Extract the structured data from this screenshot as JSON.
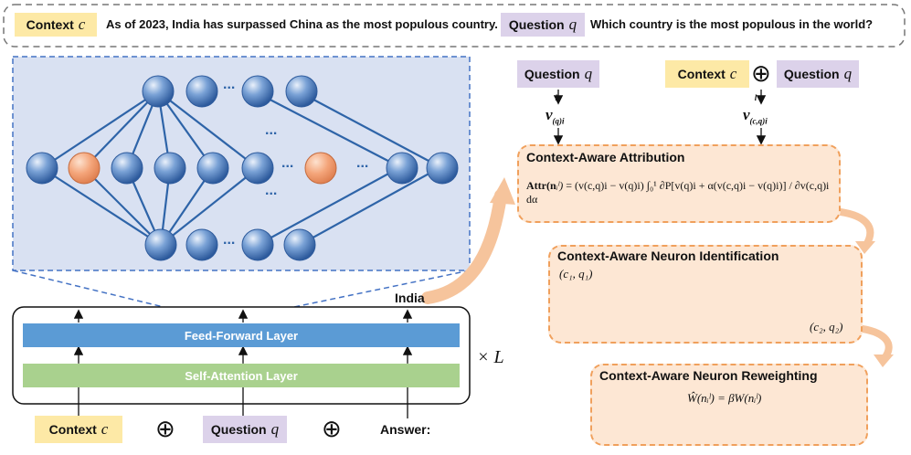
{
  "top_bar": {
    "context_tag": "Context",
    "context_var": "c",
    "context_text": "As of 2023, India has surpassed China as the most populous country.",
    "question_tag": "Question",
    "question_var": "q",
    "question_text": "Which country is the most populous in the world?"
  },
  "network_panel": {
    "ellipsis": "..."
  },
  "transformer": {
    "output_token": "India",
    "ffn_label": "Feed-Forward Layer",
    "attn_label": "Self-Attention Layer",
    "repeat_label": "× L",
    "inputs": {
      "context_tag": "Context",
      "context_var": "c",
      "question_tag": "Question",
      "question_var": "q",
      "answer_label": "Answer:"
    },
    "plus_symbol": "⊕"
  },
  "attribution_inputs": {
    "question_tag": "Question",
    "question_var": "q",
    "context_tag": "Context",
    "context_var": "c",
    "plus_symbol": "⊕",
    "vec_q": "v",
    "vec_q_sub": "(q)i",
    "vec_q_sup": "l",
    "vec_cq": "v",
    "vec_cq_sub": "(c,q)i",
    "vec_cq_sup": "l"
  },
  "attribution_box": {
    "title": "Context-Aware Attribution",
    "formula_lhs": "Attr(n",
    "formula_text": "= (v(c,q)i − v(q)i) ∫₀¹ ∂P[v(q)i + α(v(c,q)i − v(q)i)] / ∂v(c,q)i dα"
  },
  "identification_box": {
    "title": "Context-Aware Neuron Identification",
    "set1_label": "(c₁, q₁)",
    "set2_label": "(c₂, q₂)"
  },
  "reweighting_box": {
    "title": "Context-Aware Neuron Reweighting",
    "formula": "Ŵ(nᵢˡ) = βW(nᵢˡ)"
  },
  "colors": {
    "context_fill": "#fde9a6",
    "question_fill": "#dcd2ea",
    "ffn_fill": "#5b9bd5",
    "attn_fill": "#a9d18e",
    "panel_fill": "#d9e1f2",
    "dashed_orange": "#f0a05c",
    "arrow_orange": "#f6c49c"
  }
}
